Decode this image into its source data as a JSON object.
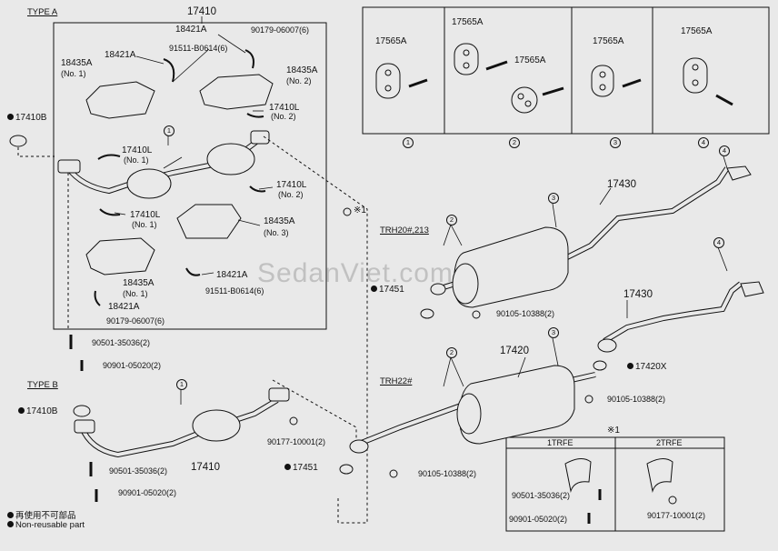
{
  "sections": {
    "type_a": "TYPE A",
    "type_b": "TYPE B",
    "trh20": "TRH20#,213",
    "trh22": "TRH22#"
  },
  "part_labels": {
    "p17410_top": "17410",
    "p18421A_a": "18421A",
    "p90179_a": "90179-06007(6)",
    "p18421A_b": "18421A",
    "p91511_a": "91511-B0614(6)",
    "p18435A_no1": "18435A",
    "p18435A_no1_sub": "(No. 1)",
    "p18435A_no2": "18435A",
    "p18435A_no2_sub": "(No. 2)",
    "p17410L_no2a": "17410L",
    "p17410L_no2a_sub": "(No. 2)",
    "p17410L_no1a": "17410L",
    "p17410L_no1a_sub": "(No. 1)",
    "p17410L_no2b": "17410L",
    "p17410L_no2b_sub": "(No. 2)",
    "p17410L_no1b": "17410L",
    "p17410L_no1b_sub": "(No. 1)",
    "p18435A_no3": "18435A",
    "p18435A_no3_sub": "(No. 3)",
    "p18435A_no1b": "18435A",
    "p18435A_no1b_sub": "(No. 1)",
    "p18421A_c": "18421A",
    "p91511_b": "91511-B0614(6)",
    "p18421A_d": "18421A",
    "p90179_b": "90179-06007(6)",
    "p17410B_a": "17410B",
    "p90501_a": "90501-35036(2)",
    "p90901_a": "90901-05020(2)",
    "p17410B_b": "17410B",
    "p17410_b": "17410",
    "p90501_b": "90501-35036(2)",
    "p90901_b": "90901-05020(2)",
    "p90177_a": "90177-10001(2)",
    "p17451_a": "17451",
    "p90105_a": "90105-10388(2)",
    "p17451_b": "17451",
    "p90105_b": "90105-10388(2)",
    "p17430_a": "17430",
    "p17430_b": "17430",
    "p17420": "17420",
    "p17420X": "17420X",
    "p90105_c": "90105-10388(2)",
    "note_x1_a": "※1",
    "note_x1_b": "※1",
    "p17565A_1": "17565A",
    "p17565A_2a": "17565A",
    "p17565A_2b": "17565A",
    "p17565A_3": "17565A",
    "p17565A_4": "17565A",
    "trfe_1": "1TRFE",
    "trfe_2": "2TRFE",
    "p90501_c": "90501-35036(2)",
    "p90901_c": "90901-05020(2)",
    "p90177_b": "90177-10001(2)"
  },
  "callouts": [
    "1",
    "2",
    "3",
    "4"
  ],
  "legend": {
    "jp": "再使用不可部品",
    "en": "Non-reusable part"
  },
  "watermark": "SedanViet.com"
}
